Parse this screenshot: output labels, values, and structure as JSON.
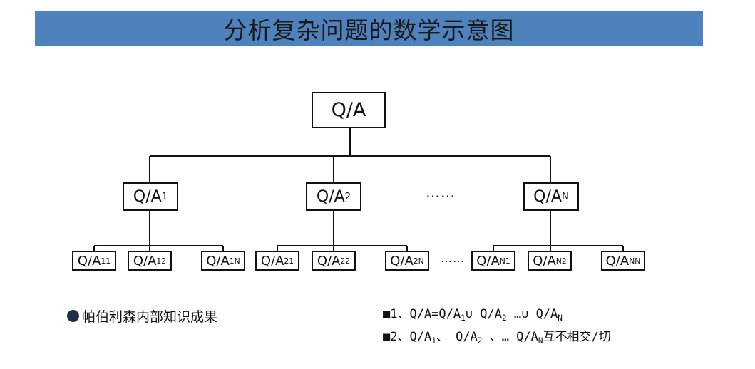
{
  "title": "分析复杂问题的数学示意图",
  "diagram": {
    "root": "Q/A",
    "level1": [
      {
        "base": "Q/A",
        "sub": "1"
      },
      {
        "base": "Q/A",
        "sub": "2"
      },
      {
        "base": "Q/A",
        "sub": "N"
      }
    ],
    "level2": [
      {
        "base": "Q/A",
        "sub": "11"
      },
      {
        "base": "Q/A",
        "sub": "12"
      },
      {
        "base": "Q/A",
        "sub": "1N"
      },
      {
        "base": "Q/A",
        "sub": "21"
      },
      {
        "base": "Q/A",
        "sub": "22"
      },
      {
        "base": "Q/A",
        "sub": "2N"
      },
      {
        "base": "Q/A",
        "sub": "N1"
      },
      {
        "base": "Q/A",
        "sub": "N2"
      },
      {
        "base": "Q/A",
        "sub": "NN"
      }
    ],
    "ellipsis_mid": "……",
    "ellipsis_leaf": "……"
  },
  "notes": {
    "left_bullet": "帕伯利森内部知识成果",
    "line1": {
      "prefix": "■1、Q/A=Q/A",
      "sub1": "1",
      "mid": "∪ Q/A",
      "sub2": "2",
      "mid2": " …∪ Q/A",
      "sub3": "N"
    },
    "line2": {
      "prefix": "■2、Q/A",
      "sub1": "1",
      "mid": "、 Q/A",
      "sub2": "2",
      "mid2": " 、… Q/A",
      "sub3": "N",
      "suffix": "互不相交/切"
    }
  },
  "colors": {
    "banner": "#4f81bd",
    "bullet": "#1f2f45"
  }
}
